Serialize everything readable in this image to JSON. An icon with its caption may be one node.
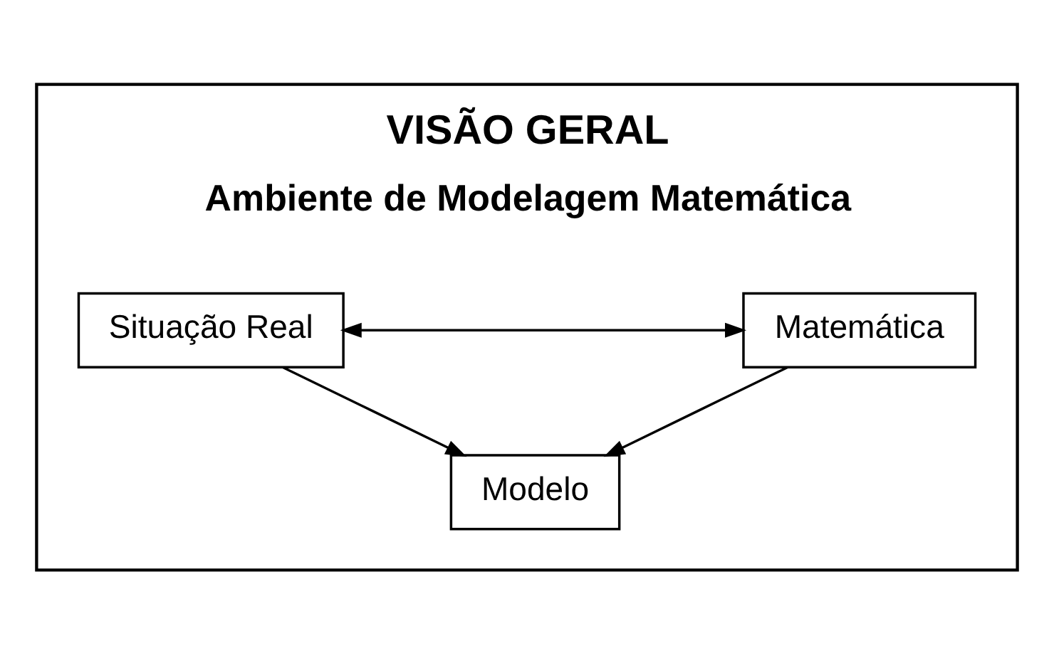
{
  "diagram": {
    "nodes": [
      {
        "text": [
          "VISÃO GERAL",
          "Ambiente de Modelagem Matemática"
        ]
      },
      {
        "text": [
          "Situação Real"
        ],
        "in": 0
      },
      {
        "text": [
          "Matemática"
        ],
        "in": 0
      },
      {
        "text": [
          "Modelo"
        ],
        "in": 0
      }
    ],
    "edges": [
      {
        "from": 1,
        "to": 2,
        "arrow": "both"
      },
      {
        "from": 1,
        "to": 3,
        "arrow": "to"
      },
      {
        "from": 2,
        "to": 3,
        "arrow": "to"
      }
    ]
  }
}
